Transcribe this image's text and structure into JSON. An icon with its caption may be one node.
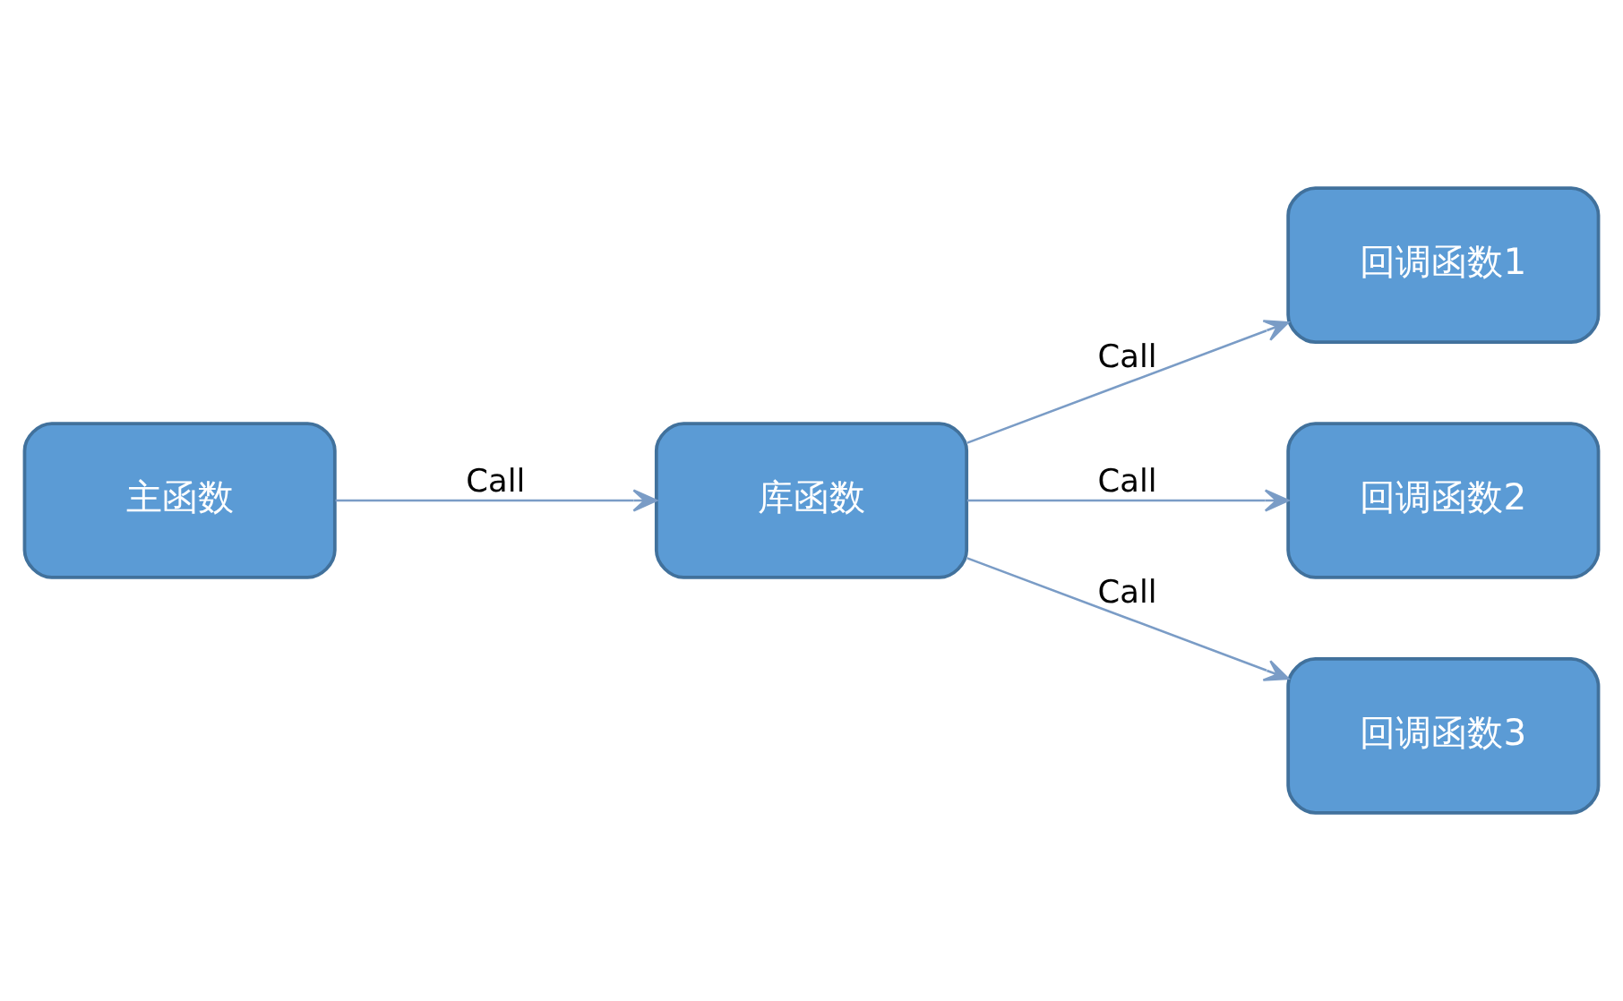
{
  "diagram": {
    "nodes": [
      {
        "text": [
          "主函数"
        ]
      },
      {
        "text": [
          "库函数"
        ]
      },
      {
        "text": [
          "回调函数1"
        ]
      },
      {
        "text": [
          "回调函数2"
        ]
      },
      {
        "text": [
          "回调函数3"
        ]
      }
    ],
    "edges": [
      {
        "from": 0,
        "to": 1,
        "arrow": "to",
        "label": "Call"
      },
      {
        "from": 1,
        "to": 2,
        "arrow": "to",
        "label": "Call"
      },
      {
        "from": 1,
        "to": 3,
        "arrow": "to",
        "label": "Call"
      },
      {
        "from": 1,
        "to": 4,
        "arrow": "to",
        "label": "Call"
      }
    ]
  }
}
